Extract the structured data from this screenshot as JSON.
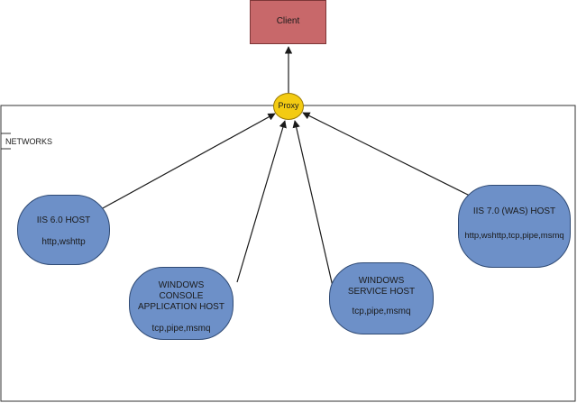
{
  "client": {
    "label": "Client"
  },
  "proxy": {
    "label": "Proxy"
  },
  "network": {
    "label": "NETWORKS"
  },
  "hosts": [
    {
      "id": "iis6",
      "title": "IIS 6.0 HOST",
      "protocols": "http,wshttp"
    },
    {
      "id": "console",
      "title": "WINDOWS CONSOLE APPLICATION HOST",
      "protocols": "tcp,pipe,msmq"
    },
    {
      "id": "service",
      "title": "WINDOWS SERVICE HOST",
      "protocols": "tcp,pipe,msmq"
    },
    {
      "id": "iis7",
      "title": "IIS 7.0 (WAS) HOST",
      "protocols": "http,wshttp,tcp,pipe,msmq"
    }
  ],
  "colors": {
    "client_fill": "#c8686a",
    "proxy_fill": "#f3cb12",
    "host_fill": "#6d90c8",
    "line": "#1a1a1a"
  }
}
